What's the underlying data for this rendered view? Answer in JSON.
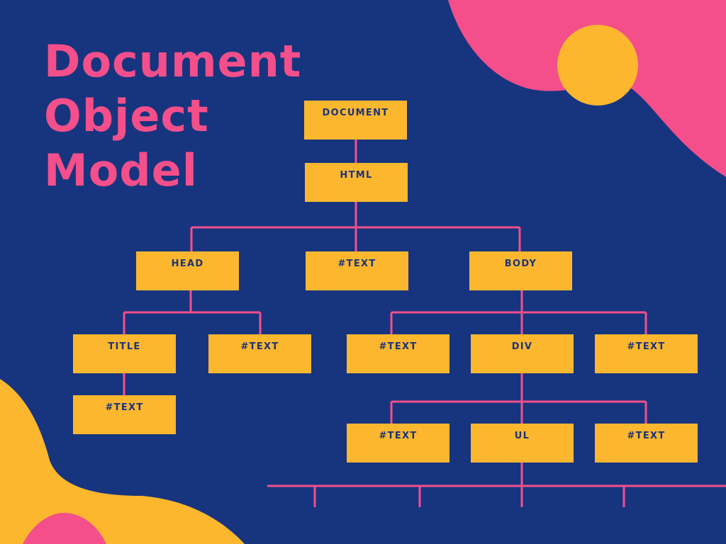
{
  "title": {
    "lines": [
      "Document",
      "Object",
      "Model"
    ]
  },
  "colors": {
    "background": "#17347f",
    "accent_pink": "#f44f8a",
    "accent_yellow": "#fcb72f",
    "node_text": "#1b3378"
  },
  "tree": {
    "nodes": [
      {
        "id": "document",
        "label": "DOCUMENT"
      },
      {
        "id": "html",
        "label": "HTML"
      },
      {
        "id": "head",
        "label": "HEAD"
      },
      {
        "id": "text1",
        "label": "#TEXT"
      },
      {
        "id": "body",
        "label": "BODY"
      },
      {
        "id": "title",
        "label": "TITLE"
      },
      {
        "id": "text2",
        "label": "#TEXT"
      },
      {
        "id": "text3",
        "label": "#TEXT"
      },
      {
        "id": "div",
        "label": "DIV"
      },
      {
        "id": "text4",
        "label": "#TEXT"
      },
      {
        "id": "text5",
        "label": "#TEXT"
      },
      {
        "id": "text6",
        "label": "#TEXT"
      },
      {
        "id": "ul",
        "label": "UL"
      },
      {
        "id": "text7",
        "label": "#TEXT"
      }
    ],
    "edges": [
      [
        "document",
        "html"
      ],
      [
        "html",
        "head"
      ],
      [
        "html",
        "text1"
      ],
      [
        "html",
        "body"
      ],
      [
        "head",
        "title"
      ],
      [
        "head",
        "text2"
      ],
      [
        "title",
        "text5"
      ],
      [
        "body",
        "text3"
      ],
      [
        "body",
        "div"
      ],
      [
        "body",
        "text4"
      ],
      [
        "div",
        "text6"
      ],
      [
        "div",
        "ul"
      ],
      [
        "div",
        "text7"
      ]
    ]
  }
}
